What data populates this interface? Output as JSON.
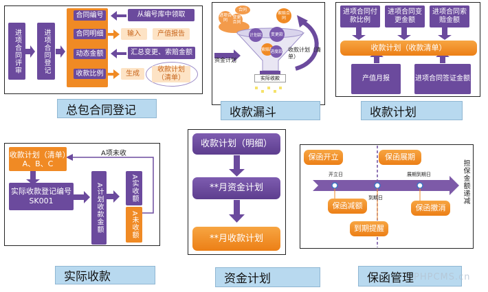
{
  "contract": {
    "left1": "进项合同评审",
    "left2": "进项合同登记",
    "fields": [
      "合同编号",
      "合同明细",
      "动态金额",
      "收款比例"
    ],
    "actions": [
      "从编号库中领取",
      "输入",
      "产值报告",
      "汇总变更、索赔金额",
      "生成",
      "收款计划（清单）"
    ],
    "caption": "总包合同登记"
  },
  "funnel": {
    "clouds": [
      "合同",
      "进项合同",
      "变更合同",
      "索赔合同"
    ],
    "inner": [
      "计划款",
      "变更款",
      "索赔款",
      "进度款"
    ],
    "left_label": "资金计划",
    "right_label": "收款计划（清单）",
    "bottom": "实际收款",
    "caption": "收款漏斗"
  },
  "plan": {
    "top": [
      "进项合同付款比例",
      "进项合同变更金额",
      "进项合同索赔金额"
    ],
    "center": "收款计划（收款清单）",
    "bottom": [
      "产值月报",
      "进项合同签证金额"
    ],
    "caption": "收款计划"
  },
  "actual": {
    "plan": "收款计划（清单）A、B、C",
    "reg": "实际收款登记编号SK001",
    "mid": "A计划收款金额",
    "r1": "A实收额",
    "r2": "A未收额",
    "unpaid": "A项未收",
    "caption": "实际收款"
  },
  "fund": {
    "top": "收款计划（明细）",
    "mid": "**月资金计划",
    "bot": "**月收款计划",
    "caption": "资金计划"
  },
  "guarantee": {
    "open": "保函开立",
    "extend": "保函展期",
    "reduce": "保函减额",
    "cancel": "保函撤消",
    "remind": "到期提醒",
    "d_open": "开立日",
    "d_due": "到期日",
    "d_ext": "展期到期日",
    "side": "担保金额递减",
    "caption": "保函管理"
  },
  "watermark": "PHPCMS.cn",
  "colors": {
    "purple": "#6b4a9d",
    "orange": "#f08a24",
    "caption_bg": "#b8d9ef"
  }
}
